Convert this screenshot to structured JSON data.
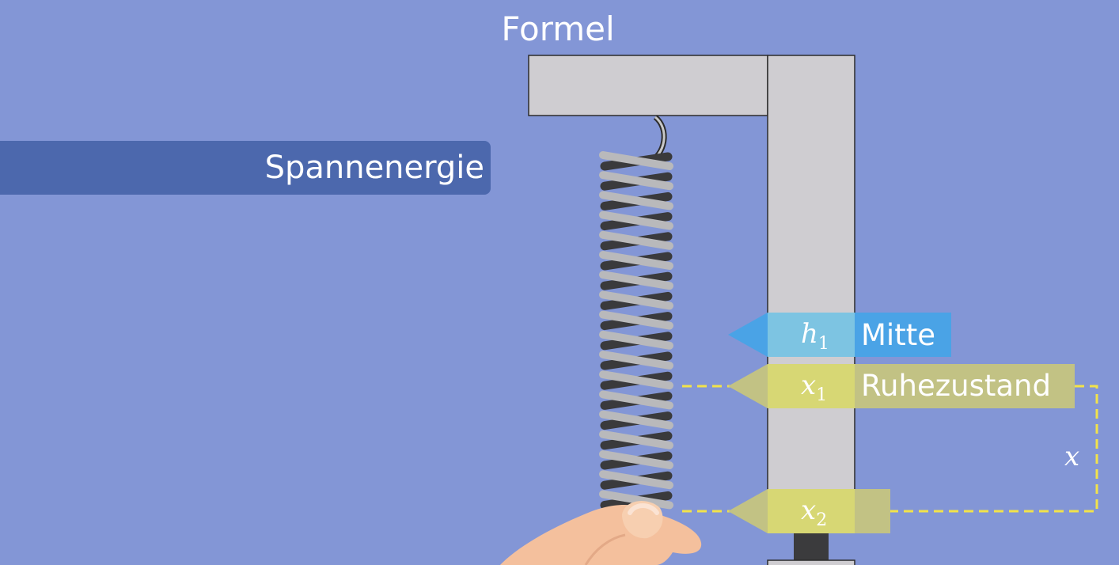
{
  "header": {
    "title": "Formel"
  },
  "topic_badge": {
    "label": "Spannenergie"
  },
  "markers": [
    {
      "symbol": "h",
      "subscript": "1",
      "label": "Mitte",
      "color": "#4aa3e6"
    },
    {
      "symbol": "x",
      "subscript": "1",
      "label": "Ruhezustand",
      "color": "#d7d774"
    },
    {
      "symbol": "x",
      "subscript": "2",
      "label": "",
      "color": "#d7d774"
    }
  ],
  "distance_label": "x",
  "colors": {
    "background": "#8396d6",
    "badge": "#4c68ad",
    "stand": "#cfcdd1",
    "spring": "#b9b9bb",
    "dashed_line": "#f2e34a"
  },
  "icons": [
    "spring-icon",
    "hand-icon"
  ]
}
